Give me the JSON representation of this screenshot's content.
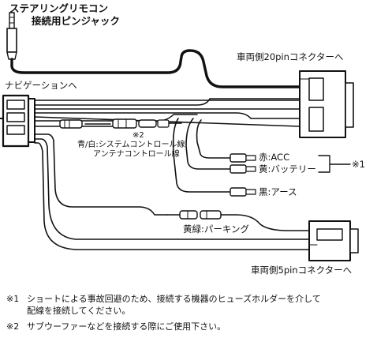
{
  "labels": {
    "jack_line1": "ステアリングリモコン",
    "jack_line2": "接続用ピンジャック",
    "connector20": "車両側20pinコネクターへ",
    "navi": "ナビゲーションへ",
    "note2_mark": "※2",
    "blue_white_line1": "青/白:システムコントロール線",
    "blue_white_line2": "アンテナコントロール線",
    "red": "赤:ACC",
    "yellow": "黄:バッテリー",
    "note1_mark": "※1",
    "black": "黒:アース",
    "yellow_green": "黄緑:パーキング",
    "connector5": "車両側5pinコネクターへ"
  },
  "notes": [
    {
      "mark": "※1",
      "line1": "ショートによる事故回避のため、接続する機器のヒューズホルダーを介して",
      "line2": "配線を接続してください。"
    },
    {
      "mark": "※2",
      "line1": "サブウーファーなどを接続する際にご使用下さい。",
      "line2": ""
    }
  ]
}
